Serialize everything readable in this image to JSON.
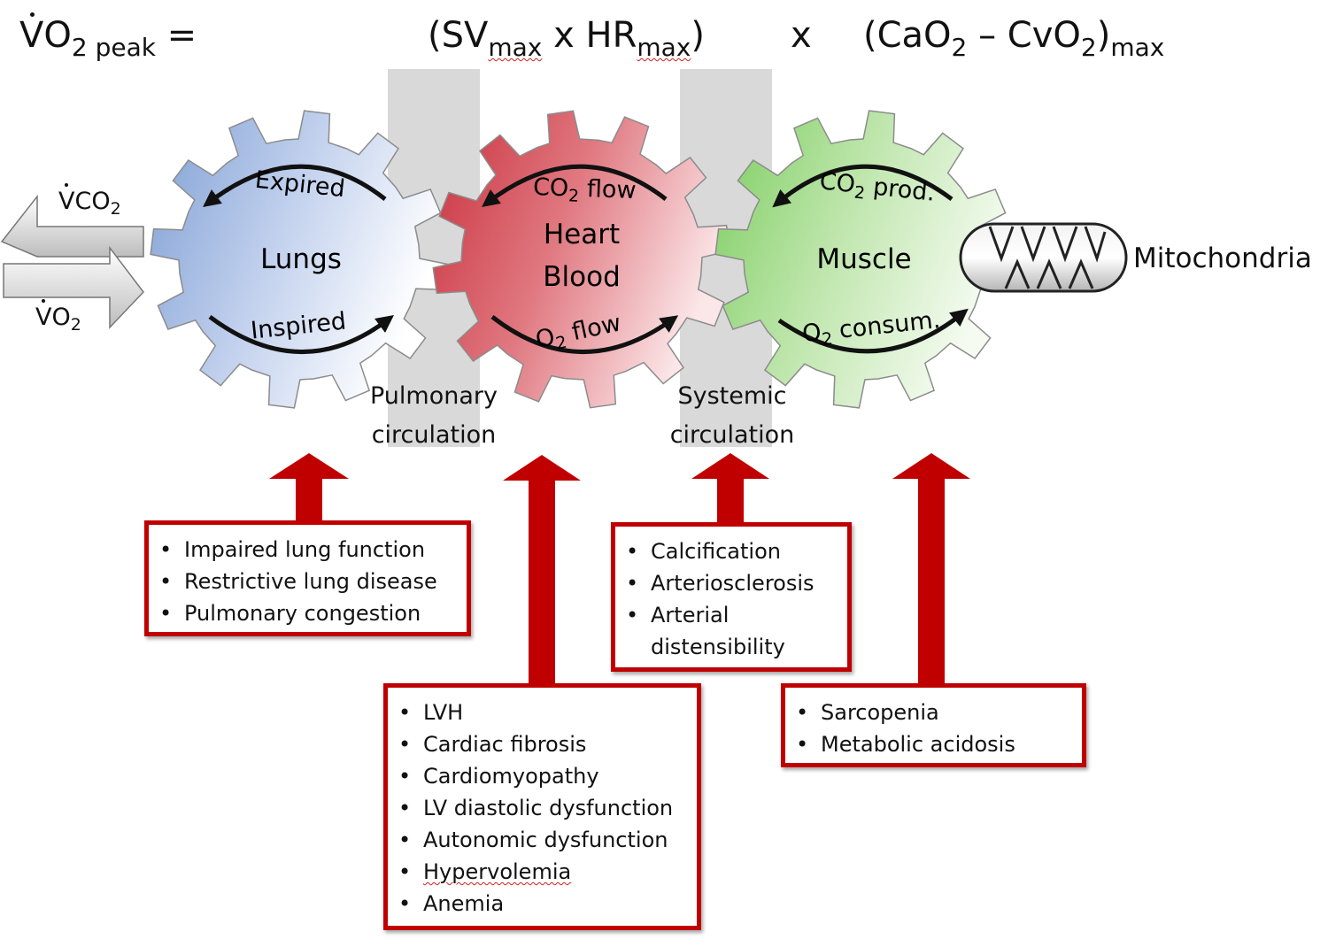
{
  "equation": {
    "lhs_v": "V",
    "lhs_o": "O",
    "lhs_sub": "2 peak",
    "equals": "=",
    "sv_open": "(SV",
    "sv_sub": "max",
    "times": "x",
    "hr": "HR",
    "hr_sub": "max",
    "close": ")",
    "outer_times": "x",
    "cao_open": "(CaO",
    "cao_sub": "2",
    "minus_cvo": "– CvO",
    "cvo_sub": "2",
    "cvo_close": ")",
    "max_sub": "max"
  },
  "gas_exchange": {
    "vco2_v": "V",
    "vco2_rest": "CO",
    "vco2_sub": "2",
    "vo2_v": "V",
    "vo2_rest": "O",
    "vo2_sub": "2"
  },
  "gears": {
    "lungs": {
      "label": "Lungs",
      "top_arrow": "Expired",
      "bottom_arrow": "Inspired",
      "color": "#8fb0dd"
    },
    "heart": {
      "label_line1": "Heart",
      "label_line2": "Blood",
      "top_arrow_a": "CO",
      "top_arrow_sub": "2",
      "top_arrow_b": " flow",
      "bottom_arrow_a": "O",
      "bottom_arrow_sub": "2",
      "bottom_arrow_b": " flow",
      "color": "#cf3a44"
    },
    "muscle": {
      "label": "Muscle",
      "top_arrow_a": "CO",
      "top_arrow_sub": "2",
      "top_arrow_b": " prod.",
      "bottom_arrow_a": "O",
      "bottom_arrow_sub": "2",
      "bottom_arrow_b": " consum.",
      "color": "#8fd47a"
    }
  },
  "mitochondria": {
    "label": "Mitochondria"
  },
  "circulation": {
    "pulmonary_line1": "Pulmonary",
    "pulmonary_line2": "circulation",
    "systemic_line1": "Systemic",
    "systemic_line2": "circulation"
  },
  "boxes": {
    "lung": [
      "Impaired lung function",
      "Restrictive lung disease",
      "Pulmonary congestion"
    ],
    "heart": [
      "LVH",
      "Cardiac fibrosis",
      "Cardiomyopathy",
      "LV diastolic dysfunction",
      "Autonomic dysfunction",
      "Hypervolemia",
      "Anemia"
    ],
    "vascular": [
      "Calcification",
      "Arteriosclerosis",
      "Arterial",
      "distensibility"
    ],
    "muscle": [
      "Sarcopenia",
      "Metabolic acidosis"
    ]
  },
  "colors": {
    "accent_red": "#c00000",
    "band_gray": "#d9d9d9"
  }
}
